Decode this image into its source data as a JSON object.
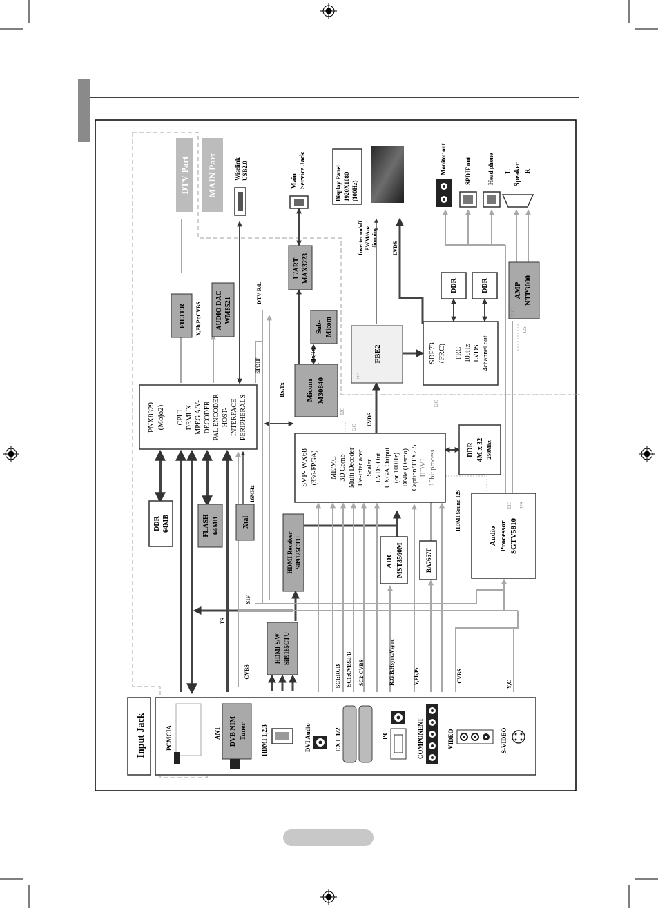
{
  "blocks": {
    "input_jack": "Input Jack",
    "dtv_part": "DTV Part",
    "main_part": "MAIN Part",
    "wiselink": [
      "Wiselink",
      "USB2.0"
    ],
    "service_jack": [
      "Main",
      "Service Jack"
    ],
    "display_panel": [
      "Display Panel",
      "1920X1080",
      "(100Hz)"
    ],
    "monitor_out": "Monitor out",
    "spdif_out": "SPDIF out",
    "head_phone": "Head phone",
    "speaker": [
      "L",
      "Speaker",
      "R"
    ],
    "uart": [
      "U/ART",
      "MAX3223"
    ],
    "filter": "FILTER",
    "audio_dac": [
      "AUDIO DAC",
      "WM8521"
    ],
    "submicom": [
      "Sub-",
      "Micom"
    ],
    "pnx": [
      "PNX8329",
      "(Mojo2)",
      "CPUI",
      "DEMUX",
      "MPEG A/V-",
      "DECODER",
      "PAL ENCODER",
      "HOST-",
      "INTERFACE",
      "PERIPHERALS"
    ],
    "micom": [
      "Micom",
      "M30840"
    ],
    "fbe2": "FBE2",
    "sdp73": [
      "SDP73",
      "(FRC)",
      "FRC",
      "100Hz",
      "LVDS",
      "4channel out"
    ],
    "ddr_right": "DDR",
    "amp": [
      "AMP",
      "NTP3000"
    ],
    "ddr64": [
      "DDR",
      "64MB"
    ],
    "flash": [
      "FLASH",
      "64MB"
    ],
    "xtal": "Xtal",
    "svp": [
      "SVP- WX68",
      "(336-FPGA)",
      "ME/MC",
      "3D Comb",
      "Multi Decoder",
      "De-interlacer",
      "Scaler",
      "LVDS Out",
      "UXGA Output",
      "(or 100Hz)",
      "DNIe (Demo)",
      "Caption/TTX2.5",
      "HDMI",
      "10bit process"
    ],
    "ddr_svp": [
      "DDR",
      "4M x 32",
      "250Mhz"
    ],
    "hdmi_rx": [
      "HDMI Receiver",
      "SiI9125CTU"
    ],
    "adc": [
      "ADC",
      "MST3560M"
    ],
    "ba": "BA7657F",
    "audio_proc": [
      "Audio",
      "Processor",
      "SGTV5810"
    ],
    "hdmi_sw": [
      "HDMI S/W",
      "SiI9185CTU"
    ],
    "pcmcia": "PCMCIA",
    "ant": "ANT",
    "tuner": [
      "DVB NIM",
      "Tuner"
    ],
    "hdmi_in": "HDMI 1,2,3",
    "dvi_audio": "DVI Audio",
    "ext": "EXT 1/2",
    "pc": "PC",
    "component": "COMPONENT",
    "video": "VIDEO",
    "svideo": "S-VIDEO"
  },
  "signals": {
    "ypbpr_cvbs": "Y,Pb,Pr,CVBS",
    "dtv_rl": "DTV R/L",
    "spdif": "SPDIF",
    "rxtx": "Rx,Tx",
    "inverter": [
      "Inverter on/off",
      "PWM/Ana",
      "dimming"
    ],
    "lvds": "LVDS",
    "i2c": "I2C",
    "i2s": "I2S",
    "mhz": "16MHz",
    "hdmi_i2s": "HDMI Sound I2S",
    "ts": "TS",
    "sif": "SIF",
    "cvbs": "CVBS",
    "sc1rgb": "SC1:RGB",
    "sc1cvbs": "SC1:CVBS,FB",
    "sc2cvbs": "SC2:CVBS",
    "rgbsync": "R,G,B,Hsync,Vsync",
    "ypbpr": "Y,Pb,Pr",
    "yc": "Y,C"
  }
}
